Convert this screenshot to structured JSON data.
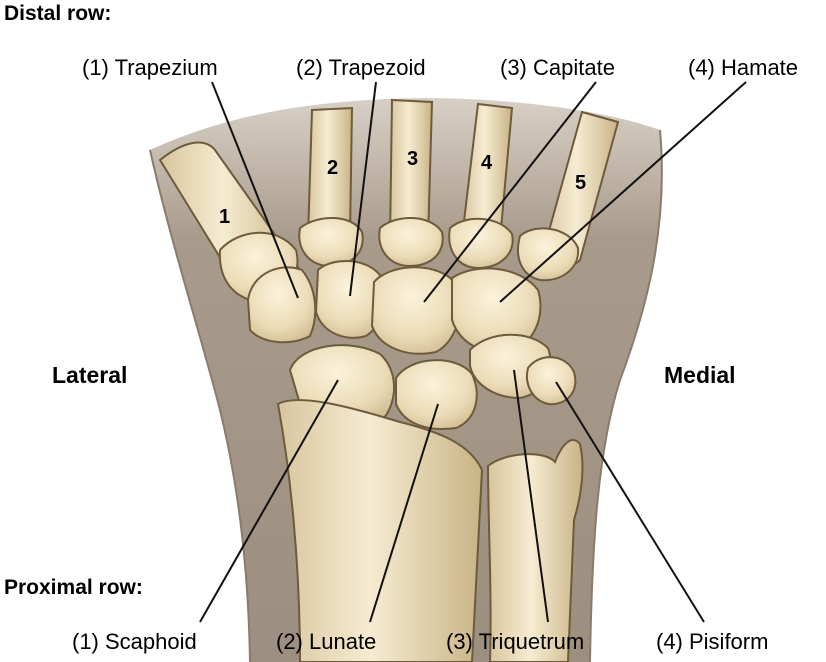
{
  "headings": {
    "distal": "Distal row:",
    "proximal": "Proximal row:"
  },
  "sides": {
    "lateral": "Lateral",
    "medial": "Medial"
  },
  "distal_labels": [
    "(1) Trapezium",
    "(2) Trapezoid",
    "(3) Capitate",
    "(4) Hamate"
  ],
  "proximal_labels": [
    "(1) Scaphoid",
    "(2) Lunate",
    "(3) Triquetrum",
    "(4) Pisiform"
  ],
  "metacarpal_numbers": [
    "1",
    "2",
    "3",
    "4",
    "5"
  ],
  "colors": {
    "skin": "#a6998a",
    "skin_dark": "#7f7163",
    "bone": "#efe3c4",
    "bone_shade": "#cdb88c",
    "bone_outline": "#6e5a3c",
    "leader": "#111111"
  }
}
